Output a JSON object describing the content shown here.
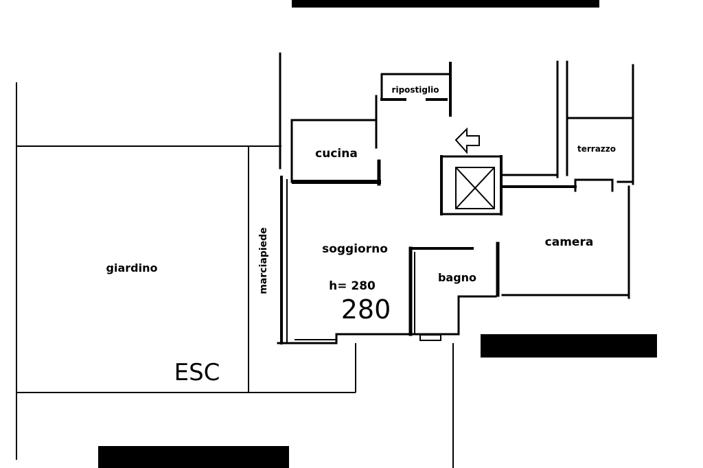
{
  "rooms": {
    "giardino": "giardino",
    "marciapiede": "marciapiede",
    "cucina": "cucina",
    "ripostiglio": "ripostiglio",
    "terrazzo": "terrazzo",
    "soggiorno": "soggiorno",
    "bagno": "bagno",
    "camera": "camera"
  },
  "height_note": "h= 280",
  "handwritten": {
    "height": "280",
    "esc": "ESC"
  },
  "icons": [
    "entrance-arrow-icon",
    "elevator-shaft-icon"
  ],
  "colors": {
    "ink": "#000000",
    "paper": "#ffffff"
  }
}
